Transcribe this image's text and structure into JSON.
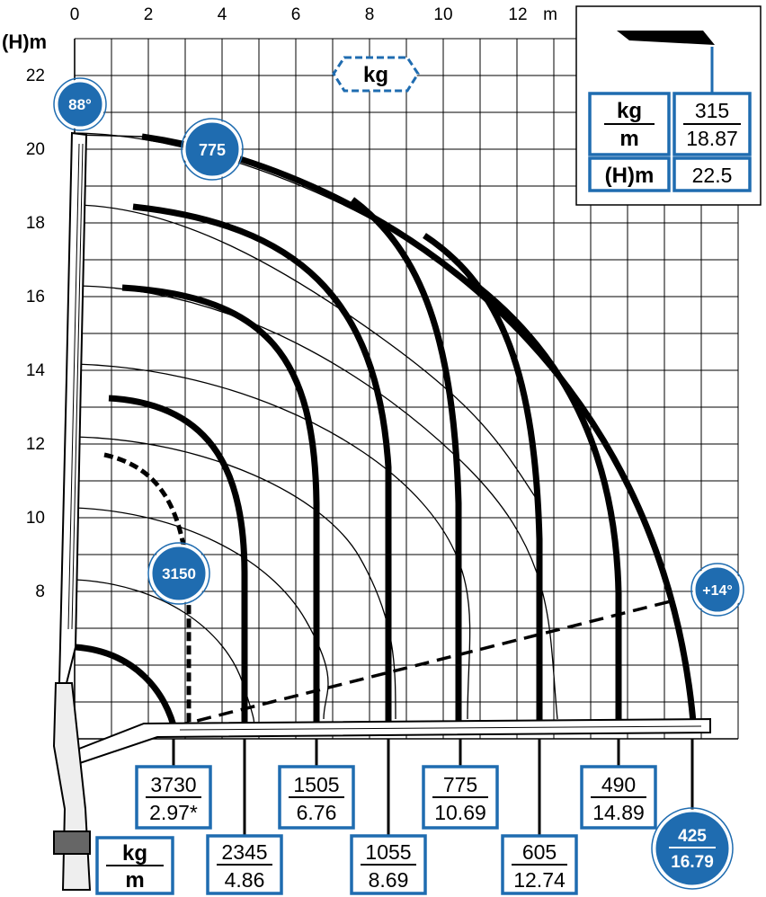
{
  "axes": {
    "x_unit": "m",
    "y_label": "(H)m",
    "x_ticks": [
      "0",
      "2",
      "4",
      "6",
      "8",
      "10",
      "12"
    ],
    "y_ticks": [
      "22",
      "20",
      "18",
      "16",
      "14",
      "12",
      "10",
      "8"
    ]
  },
  "unit_badge": "kg",
  "badges": {
    "angle_top": "88°",
    "angle_low": "+14°",
    "top_load": "775",
    "inner_load": "3150"
  },
  "legend": {
    "kg": "kg",
    "m": "m",
    "load": "315",
    "reach": "18.87",
    "height_label": "(H)m",
    "height": "22.5"
  },
  "capacity_legend": {
    "kg": "kg",
    "m": "m"
  },
  "capacities": [
    {
      "kg": "3730",
      "m": "2.97*"
    },
    {
      "kg": "2345",
      "m": "4.86"
    },
    {
      "kg": "1505",
      "m": "6.76"
    },
    {
      "kg": "1055",
      "m": "8.69"
    },
    {
      "kg": "775",
      "m": "10.69"
    },
    {
      "kg": "605",
      "m": "12.74"
    },
    {
      "kg": "490",
      "m": "14.89"
    },
    {
      "kg": "425",
      "m": "16.79"
    }
  ],
  "colors": {
    "accent": "#1f6cb0",
    "accent_dark": "#0f5596",
    "ink": "#000000",
    "grid": "#000000"
  },
  "icons": [
    "crane-boom-icon",
    "boom-tip-icon"
  ]
}
